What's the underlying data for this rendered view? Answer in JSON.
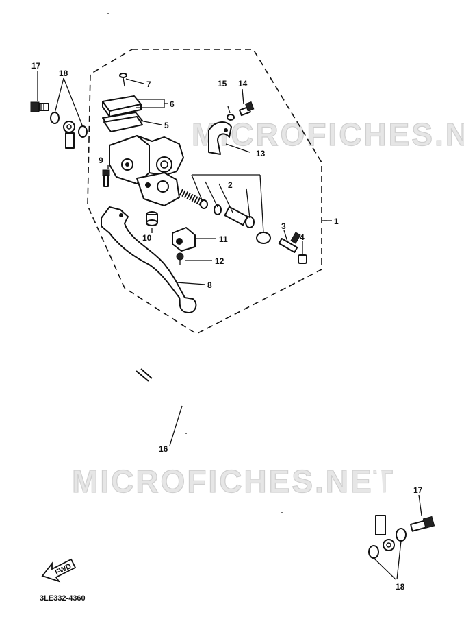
{
  "watermark": "MICROFICHES.NET",
  "diagram_code": "3LE332-4360",
  "fwd_label": "FWD",
  "callouts": [
    "1",
    "2",
    "3",
    "4",
    "5",
    "6",
    "7",
    "8",
    "9",
    "10",
    "11",
    "12",
    "13",
    "14",
    "15",
    "16",
    "17",
    "18",
    "17",
    "18"
  ]
}
